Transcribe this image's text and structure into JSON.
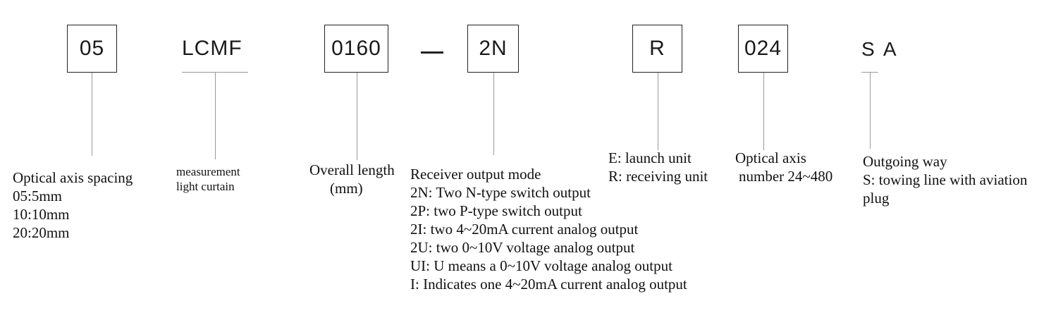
{
  "codes": {
    "spacing": "05",
    "type": "LCMF",
    "length": "0160",
    "dash": "—",
    "output": "2N",
    "unit": "R",
    "axes": "024",
    "outgoing": "S A"
  },
  "descriptions": {
    "spacing": {
      "title": "Optical axis spacing",
      "lines": [
        "05:5mm",
        "10:10mm",
        "20:20mm"
      ]
    },
    "type": {
      "lines": [
        "measurement",
        "light curtain"
      ]
    },
    "length": {
      "lines": [
        "Overall length",
        "(mm)"
      ]
    },
    "output": {
      "title": "Receiver output mode",
      "lines": [
        "2N: Two N-type switch output",
        "2P: two P-type switch output",
        "2I: two 4~20mA current analog output",
        "2U: two 0~10V voltage analog output",
        "UI: U means a 0~10V voltage analog output",
        "I: Indicates one 4~20mA current analog output"
      ]
    },
    "unit": {
      "lines": [
        "E: launch unit",
        "R: receiving unit"
      ]
    },
    "axes": {
      "lines": [
        "Optical axis",
        "number 24~480"
      ]
    },
    "outgoing": {
      "lines": [
        "Outgoing way",
        "S: towing line with aviation",
        "plug"
      ]
    }
  }
}
